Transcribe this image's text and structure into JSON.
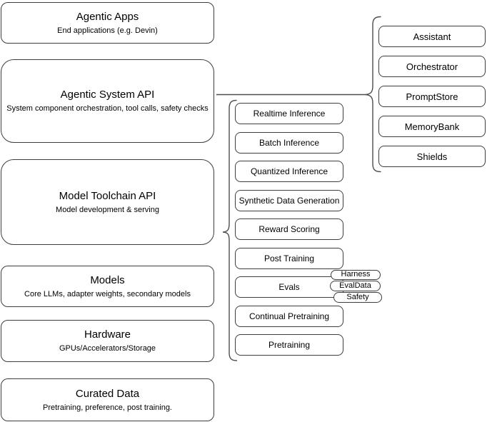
{
  "diagram": {
    "stack": [
      {
        "title": "Agentic Apps",
        "subtitle": "End applications (e.g. Devin)"
      },
      {
        "title": "Agentic System API",
        "subtitle": "System component orchestration, tool calls, safety checks"
      },
      {
        "title": "Model Toolchain API",
        "subtitle": "Model development & serving"
      },
      {
        "title": "Models",
        "subtitle": "Core LLMs, adapter weights, secondary models"
      },
      {
        "title": "Hardware",
        "subtitle": "GPUs/Accelerators/Storage"
      },
      {
        "title": "Curated Data",
        "subtitle": "Pretraining, preference, post training."
      }
    ],
    "toolchain_items": [
      "Realtime Inference",
      "Batch Inference",
      "Quantized Inference",
      "Synthetic Data Generation",
      "Reward Scoring",
      "Post Training",
      "Evals",
      "Continual Pretraining",
      "Pretraining"
    ],
    "evals_tags": [
      "Harness",
      "EvalData",
      "Safety"
    ],
    "system_components": [
      "Assistant",
      "Orchestrator",
      "PromptStore",
      "MemoryBank",
      "Shields"
    ],
    "colors": {
      "stroke": "#3d3d3d",
      "connector": "#4d4d4d",
      "fill": "#ffffff",
      "text": "#000000"
    }
  }
}
